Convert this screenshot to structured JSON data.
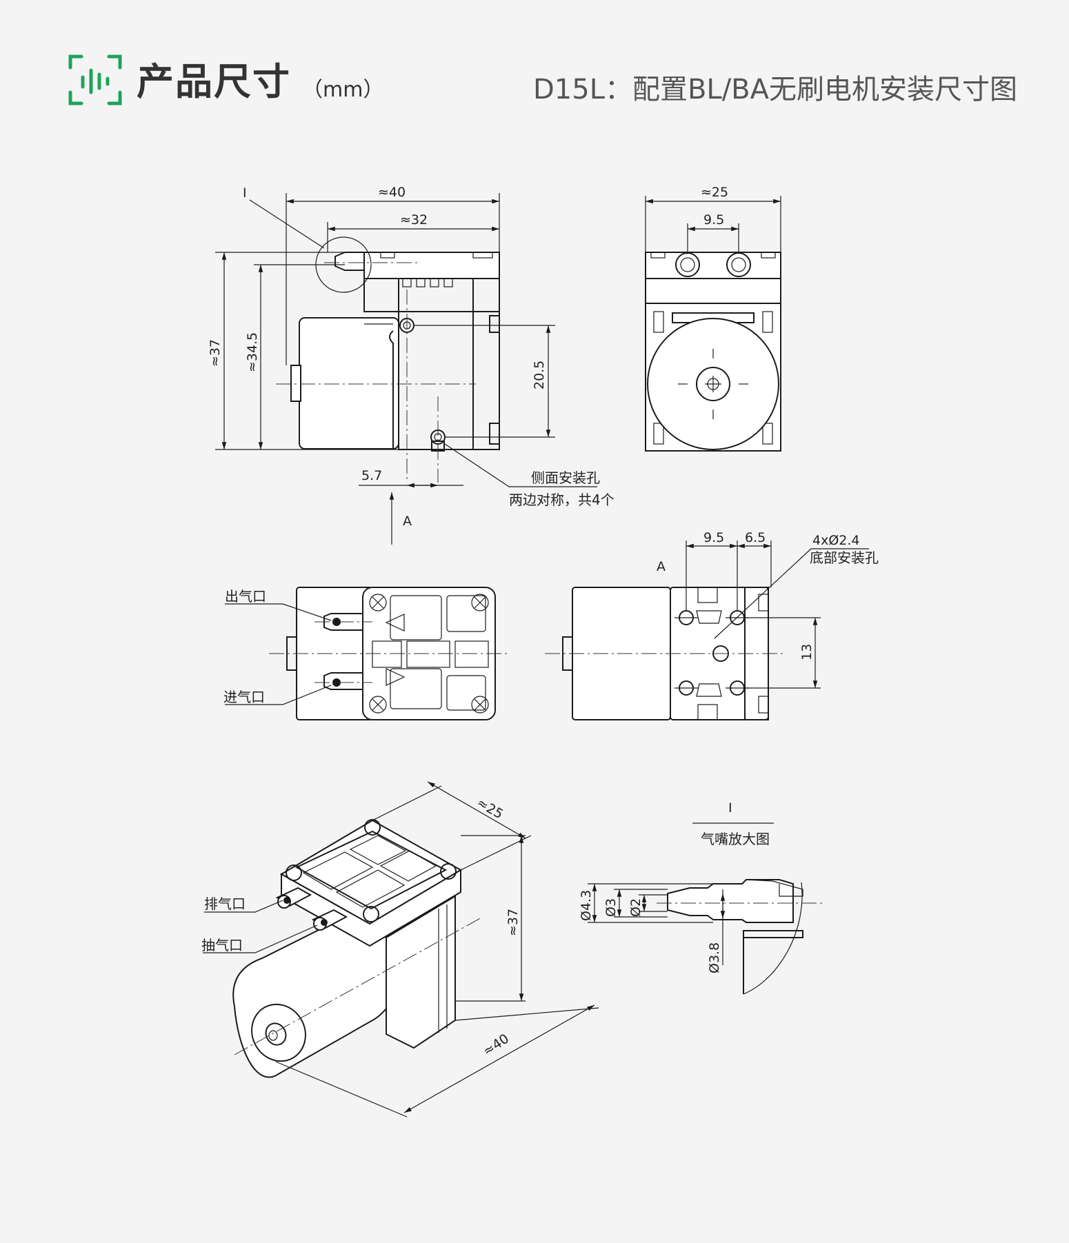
{
  "header": {
    "title": "产品尺寸",
    "unit": "（mm）",
    "subtitle": "D15L：配置BL/BA无刷电机安装尺寸图"
  },
  "front_view": {
    "detail_mark": "I",
    "dim_width_total": "≈40",
    "dim_width_top": "≈32",
    "dim_height_total": "≈37",
    "dim_height_body": "≈34.5",
    "dim_hole_spacing": "20.5",
    "dim_hole_offset": "5.7",
    "view_arrow": "A",
    "side_holes_label": "侧面安装孔",
    "side_holes_note": "两边对称，共4个"
  },
  "side_view": {
    "dim_width_total": "≈25",
    "dim_port_spacing": "9.5"
  },
  "top_view": {
    "outlet_label": "出气口",
    "inlet_label": "进气口"
  },
  "bottom_view": {
    "view_label": "A",
    "dim_a": "9.5",
    "dim_b": "6.5",
    "dim_vertical": "13",
    "holes_spec": "4xØ2.4",
    "holes_label": "底部安装孔"
  },
  "iso_view": {
    "exhaust_label": "排气口",
    "suction_label": "抽气口",
    "dim_width": "≈25",
    "dim_height": "≈37",
    "dim_length": "≈40"
  },
  "detail_view": {
    "mark": "I",
    "title": "气嘴放大图",
    "dim_d43": "Ø4.3",
    "dim_d3": "Ø3",
    "dim_d2": "Ø2",
    "dim_d38": "Ø3.8"
  },
  "colors": {
    "logo_green": "#1fa35d",
    "title": "#333333",
    "line": "#1a1a1a"
  }
}
